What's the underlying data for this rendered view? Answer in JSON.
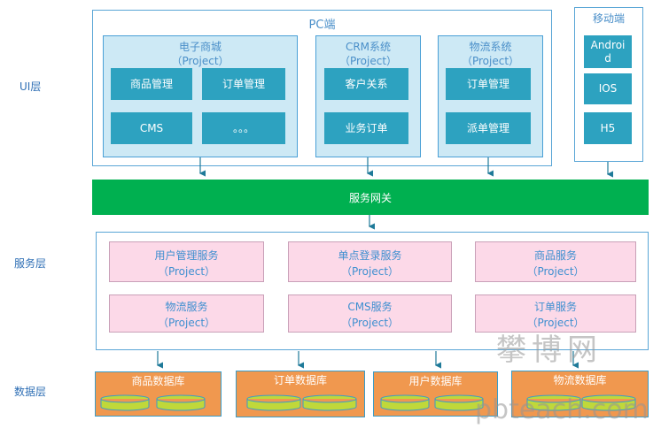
{
  "layers": {
    "ui": "UI层",
    "service": "服务层",
    "data": "数据层"
  },
  "pc": {
    "title": "PC端",
    "projects": [
      {
        "name": "电子商城",
        "sub": "（Project）",
        "tiles": [
          "商品管理",
          "订单管理",
          "CMS",
          "。。。"
        ]
      },
      {
        "name": "CRM系统",
        "sub": "（Project）",
        "tiles": [
          "客户关系",
          "业务订单"
        ]
      },
      {
        "name": "物流系统",
        "sub": "（Project）",
        "tiles": [
          "订单管理",
          "派单管理"
        ]
      }
    ]
  },
  "mobile": {
    "title": "移动端",
    "tiles": [
      "Android",
      "IOS",
      "H5"
    ]
  },
  "gateway": "服务网关",
  "services": [
    {
      "name": "用户管理服务",
      "sub": "（Project）"
    },
    {
      "name": "单点登录服务",
      "sub": "（Project）"
    },
    {
      "name": "商品服务",
      "sub": "（Project）"
    },
    {
      "name": "物流服务",
      "sub": "（Project）"
    },
    {
      "name": "CMS服务",
      "sub": "（Project）"
    },
    {
      "name": "订单服务",
      "sub": "（Project）"
    }
  ],
  "databases": [
    "商品数据库",
    "订单数据库",
    "用户数据库",
    "物流数据库"
  ],
  "watermark": {
    "logo": "攀博网",
    "url": "pbteach.com"
  },
  "colors": {
    "gateway": "#00b050",
    "tile": "#2da2c0",
    "db": "#f0984f",
    "cylinder": "#c0d83a",
    "service": "#fcd9e8"
  }
}
